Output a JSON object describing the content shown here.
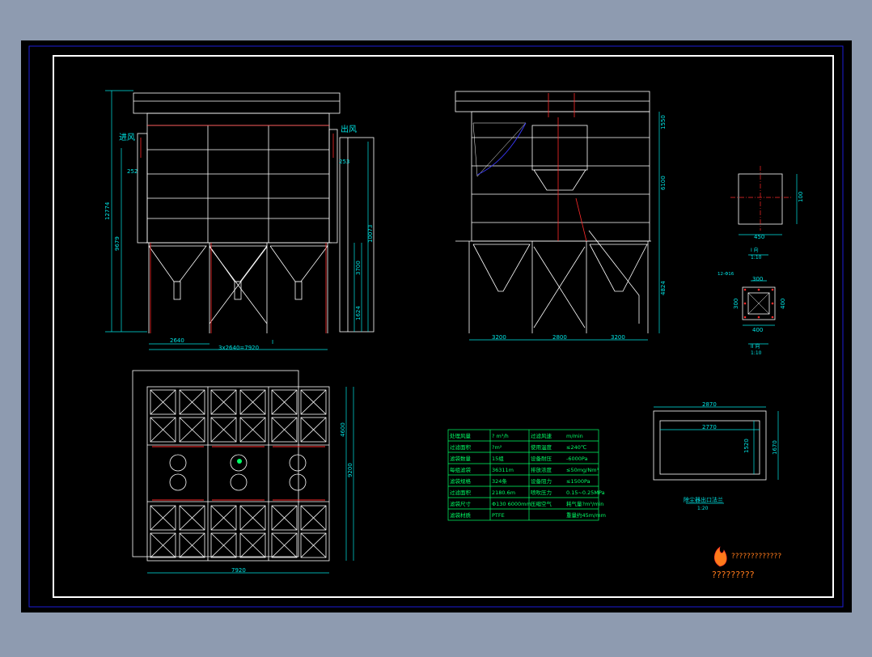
{
  "colors": {
    "viewport_bg": "#8e9bb0",
    "sheet_bg": "#000000",
    "frame": "#ffffff",
    "outer_frame": "#1d1dd8",
    "drawing": "#ffffff",
    "dimension": "#00e5e5",
    "red": "#ff2a2a",
    "table": "#00ff66",
    "blue": "#3a3aff",
    "orange": "#ff7a1a"
  },
  "front_view": {
    "inlet_label": "进风",
    "outlet_label": "出风",
    "dim_left_inlet": "252",
    "dim_right_outlet": "253",
    "dim_total_height": "12774",
    "dim_body_height": "9679",
    "dim_right_height": "10073",
    "dim_hopper": "3700",
    "dim_leg": "1624",
    "dim_bay": "2640",
    "dim_total_width": "3x2640=7920",
    "section_mark": "I"
  },
  "side_view": {
    "dim_top": "1550",
    "dim_mid": "6100",
    "dim_lower": "4824",
    "dim_left": "3200",
    "dim_center": "2800",
    "dim_right": "3200"
  },
  "detail_a": {
    "dim_height": "100",
    "dim_width": "450",
    "label": "I 向",
    "scale": "1:10"
  },
  "detail_b": {
    "note": "12-Φ16",
    "dim_top": "300",
    "dim_left": "300",
    "dim_right": "400",
    "dim_bottom": "400",
    "label": "II 向",
    "scale": "1:10"
  },
  "plan_view": {
    "dim_upper": "4600",
    "dim_total": "9200",
    "dim_width": "7920"
  },
  "outlet_view": {
    "dim_outer_width": "2870",
    "dim_inner_width": "2770",
    "dim_inner_height": "1520",
    "dim_outer_height": "1670",
    "label": "除尘器出口法兰",
    "scale": "1:20"
  },
  "spec_table": {
    "rows": [
      [
        "处理风量",
        "? m³/h",
        "过滤风速",
        "m/min"
      ],
      [
        "过滤面积",
        "?m²",
        "使用温度",
        "≤240℃"
      ],
      [
        "滤袋数量",
        "15组",
        "设备耐压",
        "-6000Pa"
      ],
      [
        "每组滤袋",
        "36311m",
        "排放浓度",
        "≤50mg/Nm³"
      ],
      [
        "滤袋规格",
        "324条",
        "设备阻力",
        "≤1500Pa"
      ],
      [
        "过滤面积",
        "2180.6m",
        "喷吹压力",
        "0.15~0.25MPa"
      ],
      [
        "滤袋尺寸",
        "Φ130 6000mm",
        "压缩空气",
        "耗气量?m³/min"
      ],
      [
        "滤袋材质",
        "PTFE",
        "",
        "重量约45m/mm"
      ]
    ]
  },
  "logo": {
    "brand_text": "?????????????",
    "site_text": "?????????"
  }
}
